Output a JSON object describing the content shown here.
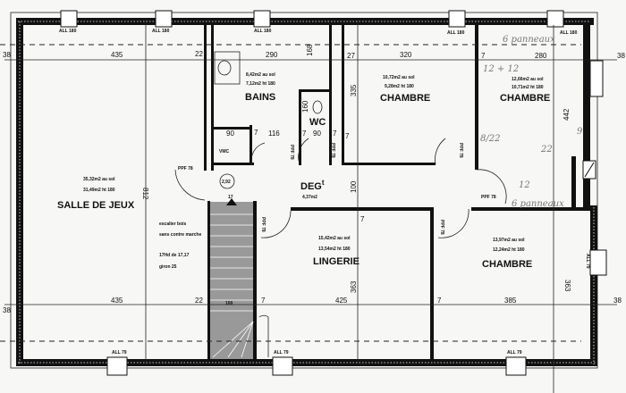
{
  "rooms": {
    "salle_de_jeux": {
      "name": "SALLE DE JEUX",
      "area_floor": "35,32m2 au sol",
      "area_180": "31,49m2 ht 180"
    },
    "bains": {
      "name": "BAINS",
      "area_floor": "8,42m2 au sol",
      "area_180": "7,12m2 ht 180"
    },
    "chambre_1": {
      "name": "CHAMBRE",
      "area_floor": "10,72m2 au sol",
      "area_180": "9,28m2 ht 180"
    },
    "chambre_2": {
      "name": "CHAMBRE",
      "area_floor": "12,66m2 au sol",
      "area_180": "10,71m2 ht 180"
    },
    "lingerie": {
      "name": "LINGERIE",
      "area_floor": "15,42m2 au sol",
      "area_180": "13,54m2 ht 180"
    },
    "chambre_3": {
      "name": "CHAMBRE",
      "area_floor": "13,97m2 au sol",
      "area_180": "12,24m2 ht 180"
    },
    "degagement": {
      "name": "DEG",
      "sup": "t",
      "area_floor": "4,37m2"
    },
    "wc": {
      "name": "WC"
    },
    "vmc": "VMC"
  },
  "stair": {
    "lines": [
      "escalier bois",
      "sans contre marche",
      "17Hd de 17,17",
      "giron 25"
    ],
    "top_mark": "17",
    "width": "100"
  },
  "height_mark": "2,92",
  "dimensions": {
    "top": [
      "38",
      "435",
      "22",
      "290",
      "168",
      "27",
      "320",
      "7",
      "280",
      "38"
    ],
    "bottom": [
      "38",
      "435",
      "22",
      "7",
      "425",
      "7",
      "385",
      "38"
    ],
    "vertical": [
      "812",
      "335",
      "160",
      "100",
      "363",
      "442",
      "363"
    ],
    "misc": [
      "116",
      "90",
      "7",
      "7",
      "7",
      "90",
      "7",
      "7"
    ]
  },
  "windows": {
    "top": [
      "ALL 180",
      "ALL 180",
      "ALL 180",
      "ALL 180",
      "ALL 180"
    ],
    "bottom": [
      "ALL 79",
      "ALL 79",
      "ALL 79"
    ],
    "right": "ALL 79"
  },
  "doors": [
    "PPF 78",
    "PPF 78",
    "PPF 78",
    "PPF 78",
    "PPF 78",
    "PPF 78",
    "PPF 78"
  ],
  "handwritten": [
    "6 panneaux",
    "12 + 12",
    "8/22",
    "22",
    "9",
    "12",
    "6 panneaux"
  ]
}
